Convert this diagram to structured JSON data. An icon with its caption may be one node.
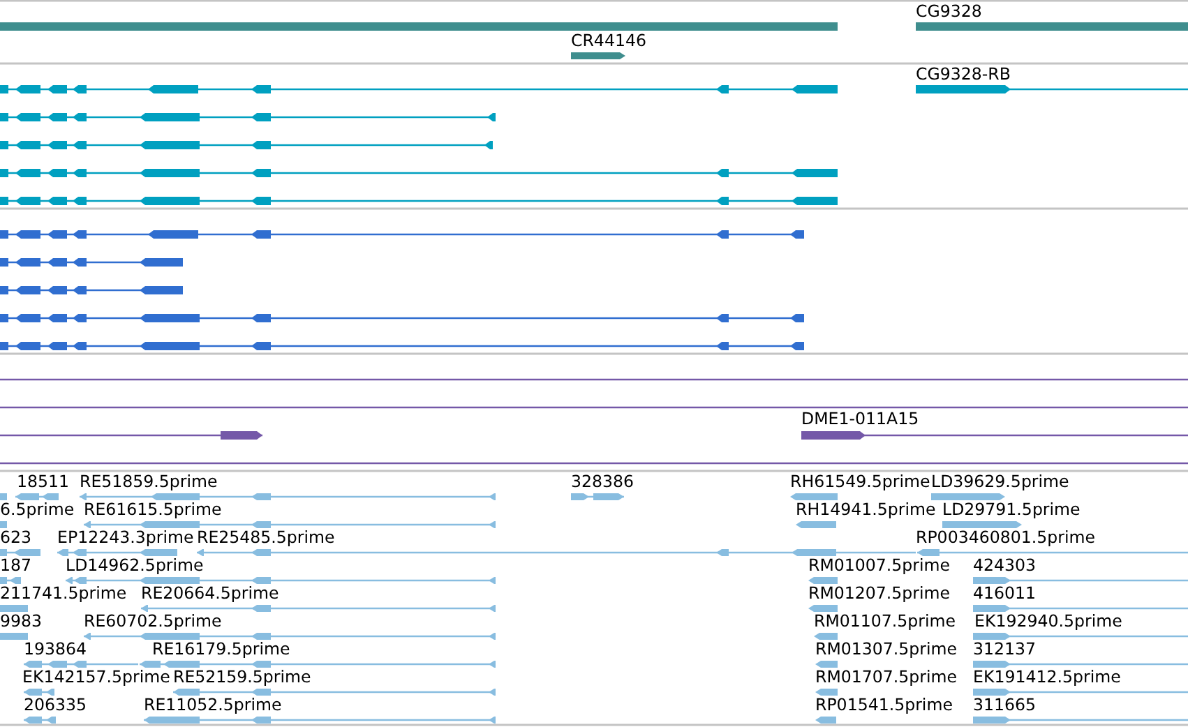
{
  "diagram": {
    "labels": [
      "CG9328",
      "CR44146",
      "CG9328-RB",
      "DME1-011A15",
      "18511",
      "RE51859.5prime",
      "328386",
      "RH61549.5prime",
      "LD39629.5prime",
      "6.5prime",
      "RE61615.5prime",
      "RH14941.5prime",
      "LD29791.5prime",
      "623",
      "EP12243.3prime",
      "RE25485.5prime",
      "RP003460801.5prime",
      "187",
      "LD14962.5prime",
      "RM01007.5prime",
      "424303",
      "211741.5prime",
      "RE20664.5prime",
      "RM01207.5prime",
      "416011",
      "9983",
      "RE60702.5prime",
      "RM01107.5prime",
      "EK192940.5prime",
      "193864",
      "RE16179.5prime",
      "RM01307.5prime",
      "312137",
      "EK142157.5prime",
      "RE52159.5prime",
      "RM01707.5prime",
      "EK191412.5prime",
      "206335",
      "RE11052.5prime",
      "RP01541.5prime",
      "311665"
    ]
  }
}
